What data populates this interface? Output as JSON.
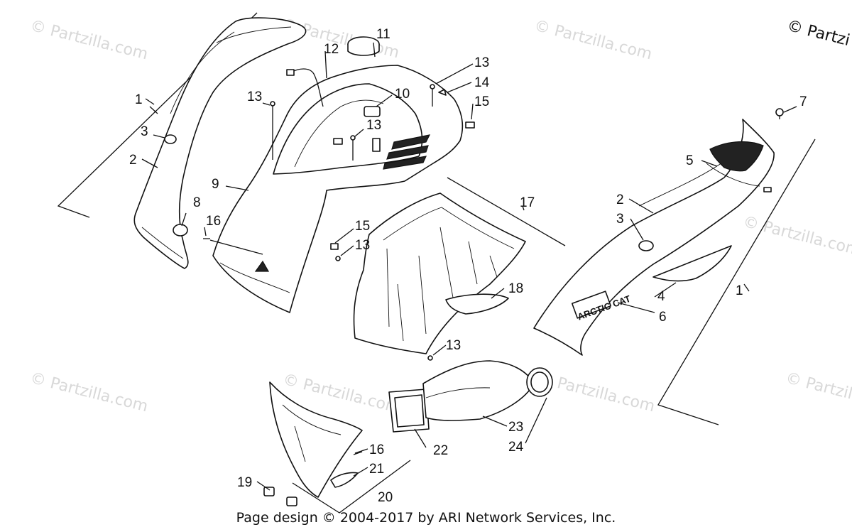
{
  "watermarks": [
    "© Partzilla.com",
    "© Partzilla.com",
    "© Partzilla.com",
    "© Partzilla.com",
    "© Partzilla.com",
    "© Partzilla.com",
    "© Partzilla.com",
    "© Partzilla.com"
  ],
  "corner_watermark": "© Partzi",
  "decal_text": "ARCTIC CAT",
  "callouts": [
    "1",
    "2",
    "3",
    "4",
    "5",
    "6",
    "7",
    "8",
    "9",
    "10",
    "11",
    "12",
    "13",
    "13",
    "13",
    "13",
    "13",
    "13",
    "14",
    "15",
    "15",
    "16",
    "16",
    "17",
    "18",
    "19",
    "20",
    "21",
    "22",
    "23",
    "24",
    "1",
    "2",
    "3"
  ],
  "footer": "Page design © 2004-2017 by ARI Network Services, Inc."
}
